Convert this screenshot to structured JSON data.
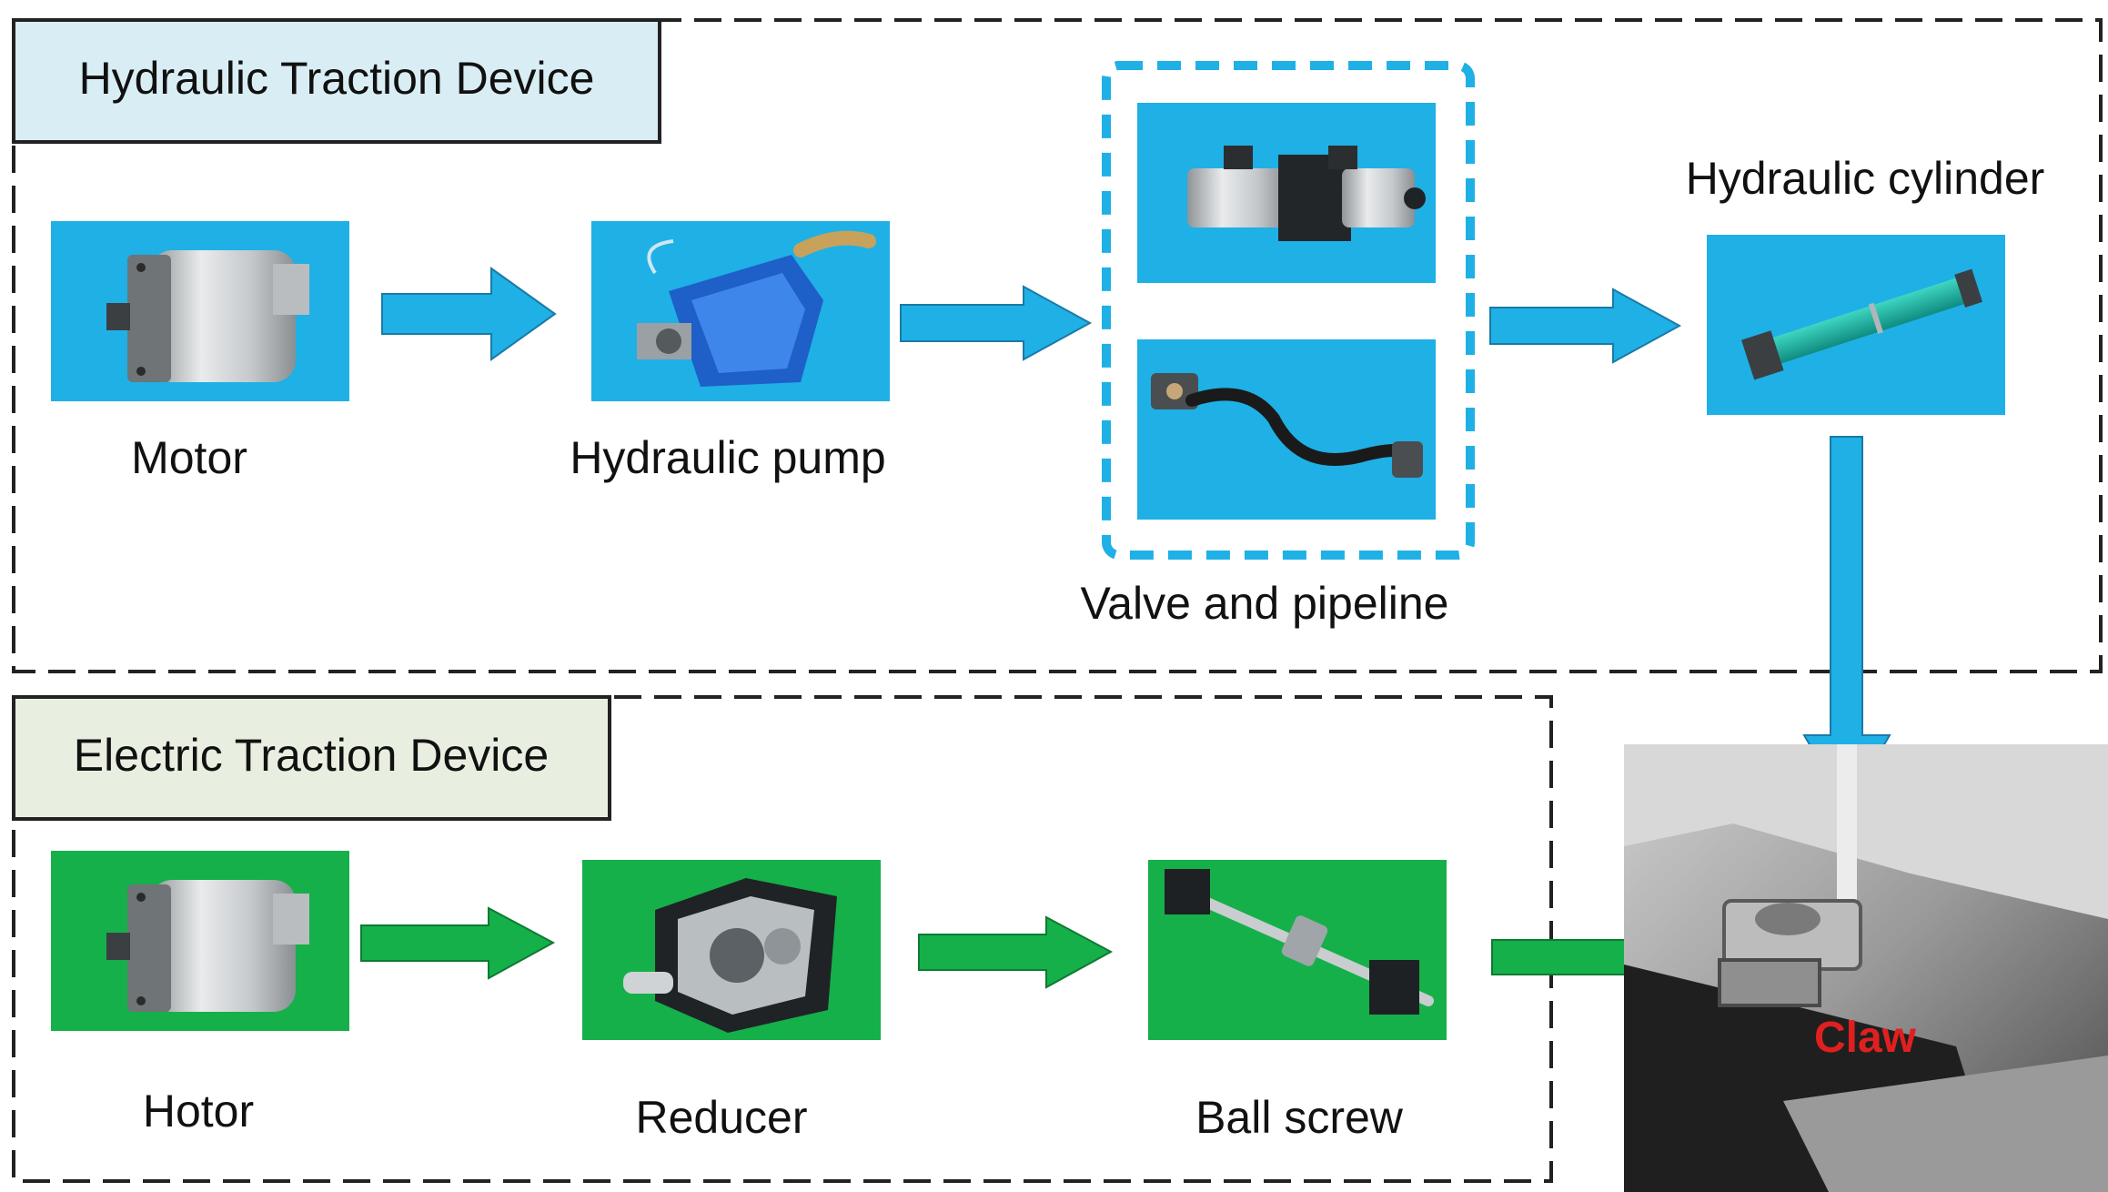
{
  "hydraulic": {
    "title": "Hydraulic Traction Device",
    "motor_label": "Motor",
    "pump_label": "Hydraulic pump",
    "valve_label": "Valve and pipeline",
    "cylinder_label": "Hydraulic cylinder"
  },
  "electric": {
    "title": "Electric Traction Device",
    "motor_label": "Hotor",
    "reducer_label": "Reducer",
    "ballscrew_label": "Ball screw"
  },
  "photo": {
    "claw_label": "Claw"
  },
  "colors": {
    "hydraulic_fill": "#1fb0e6",
    "electric_fill": "#15b04a",
    "hydraulic_title_bg": "#d9eef4",
    "electric_title_bg": "#e8efe0",
    "claw_text": "#e02020"
  }
}
